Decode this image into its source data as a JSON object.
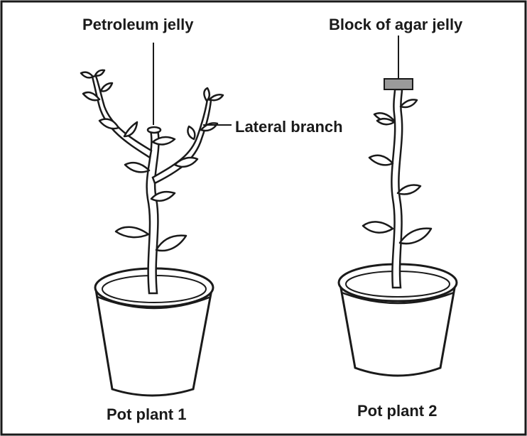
{
  "labels": {
    "petroleum_jelly": "Petroleum jelly",
    "lateral_branch": "Lateral branch",
    "block_of_agar_jelly": "Block of agar jelly",
    "pot_plant_1": "Pot plant 1",
    "pot_plant_2": "Pot plant 2"
  }
}
